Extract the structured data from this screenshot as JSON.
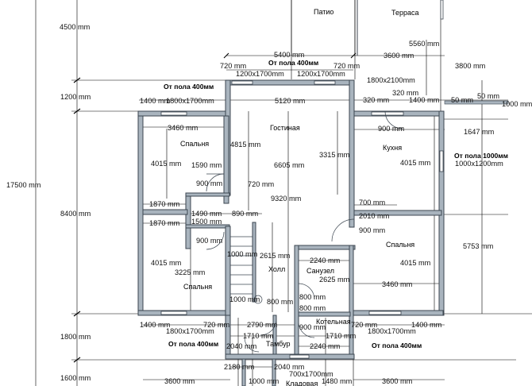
{
  "rooms": {
    "patio": "Патио",
    "terrace": "Терраса",
    "living": "Гостиная",
    "bedroom_left_top": "Спальня",
    "bedroom_left_bottom": "Спальня",
    "kitchen": "Кухня",
    "bedroom_right": "Спальня",
    "hall": "Холл",
    "bathroom": "Санузел",
    "boiler": "Котельная",
    "vestibule": "Тамбур",
    "bottom_room": "Кладовая"
  },
  "notes": {
    "floor_top": "От пола 400мм",
    "floor_left": "От пола 400мм",
    "floor_right": "От пола 1000мм",
    "floor_bottom_left": "От пола 400мм",
    "floor_bottom_right": "От пола 400мм"
  },
  "dims": {
    "h4500": "4500 mm",
    "h1200": "1200 mm",
    "h17500": "17500 mm",
    "h8400": "8400 mm",
    "h1800": "1800 mm",
    "h1600": "1600 mm",
    "d5400": "5400 mm",
    "d3600top": "3600 mm",
    "d5560": "5560 mm",
    "d3800": "3800 mm",
    "d720a": "720 mm",
    "d720b": "720 mm",
    "w1200x1700a": "1200x1700mm",
    "w1200x1700b": "1200x1700mm",
    "w1800x2100": "1800x2100mm",
    "d320a": "320 mm",
    "d320b": "320 mm",
    "d1400a": "1400 mm",
    "d50a": "50 mm",
    "d50b": "50 mm",
    "d1000": "1000 mm",
    "d1400left": "1400 mm",
    "w1800x1700top": "1800x1700mm",
    "d5120": "5120 mm",
    "d3460top": "3460 mm",
    "d4815": "4815 mm",
    "d3315": "3315 mm",
    "d900k": "900 mm",
    "d1647": "1647 mm",
    "w1000x1200": "1000x1200mm",
    "d4015a": "4015 mm",
    "d1590": "1590 mm",
    "d6605": "6605 mm",
    "d4015k": "4015 mm",
    "d900a": "900 mm",
    "d720c": "720 mm",
    "d9320": "9320 mm",
    "d700": "700 mm",
    "d1870a": "1870 mm",
    "d1490": "1490 mm",
    "d890": "890 mm",
    "d1500": "1500 mm",
    "d2010": "2010 mm",
    "d1870b": "1870 mm",
    "d900b": "900 mm",
    "d900c": "900 mm",
    "d5753": "5753 mm",
    "d1000b": "1000 mm",
    "d2615": "2615 mm",
    "d2240a": "2240 mm",
    "d4015c": "4015 mm",
    "d4015d": "4015 mm",
    "d3225": "3225 mm",
    "d2625": "2625 mm",
    "d3460b": "3460 mm",
    "d1000c": "1000 mm",
    "d800a": "800 mm",
    "d800b": "800 mm",
    "d800c": "800 mm",
    "d1400b": "1400 mm",
    "d720d": "720 mm",
    "d2790": "2790 mm",
    "d720e": "720 mm",
    "d1400c": "1400 mm",
    "w1800x1700b": "1800x1700mm",
    "d1710a": "1710 mm",
    "d900d": "900 mm",
    "d1710b": "1710 mm",
    "w1800x1700c": "1800x1700mm",
    "d2040a": "2040 mm",
    "d2240b": "2240 mm",
    "d2180": "2180 mm",
    "d2040b": "2040 mm",
    "w700x1700": "700x1700mm",
    "d1000d": "1000 mm",
    "d1480": "1480 mm",
    "d3600a": "3600 mm",
    "d3600b": "3600 mm"
  }
}
